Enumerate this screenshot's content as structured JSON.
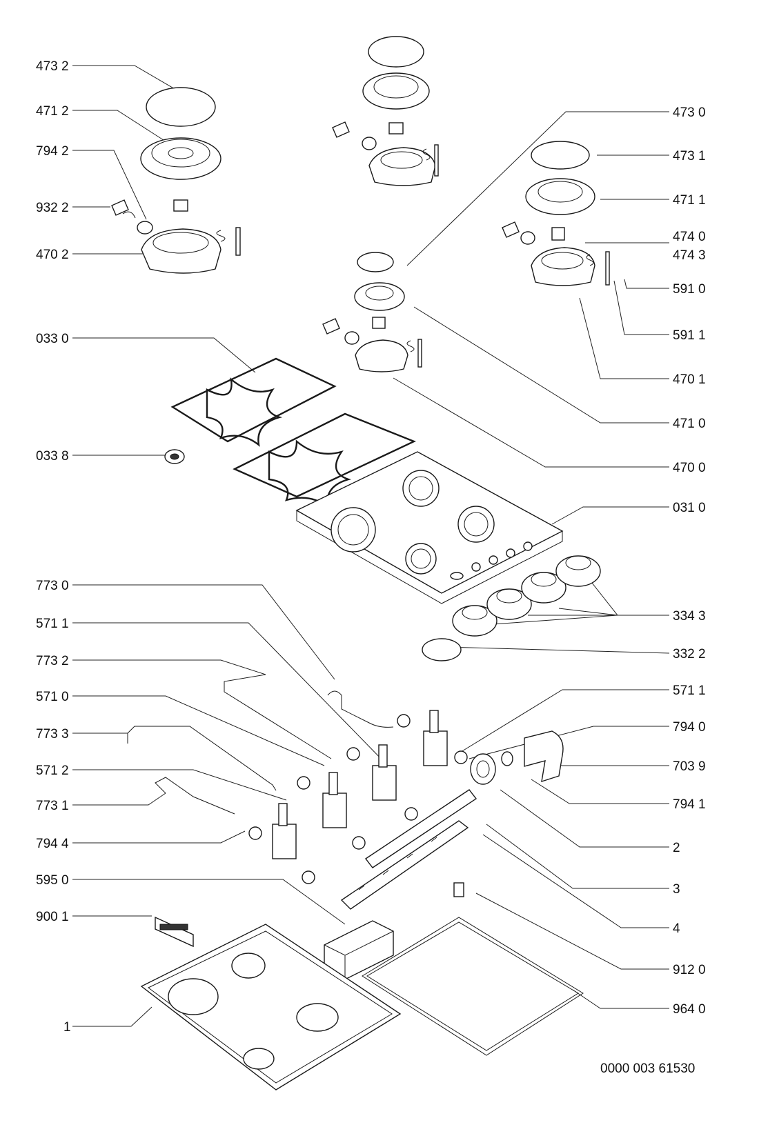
{
  "diagram_title": "",
  "document_number": "0000 003 61530",
  "labels": {
    "cap_4732": "473 2",
    "crown_4712": "471 2",
    "seal_7942": "794 2",
    "clip_9322": "932 2",
    "body_4702": "470 2",
    "grid_0330": "033 0",
    "foot_0338": "033 8",
    "pipe_7730": "773 0",
    "valve_5711_left": "571 1",
    "pipe_7732": "773 2",
    "valve_5710": "571 0",
    "pipe_7733": "773 3",
    "valve_5712": "571 2",
    "pipe_7731": "773 1",
    "seal_7944": "794 4",
    "ignition_5950": "595 0",
    "bracket_9001": "900 1",
    "base_1": "1",
    "cap_4730": "473 0",
    "cap_4731": "473 1",
    "crown_4711": "471 1",
    "injector_4740": "474 0",
    "injector_4743": "474 3",
    "thermo_5910": "591 0",
    "thermo_5911": "591 1",
    "body_4701": "470 1",
    "crown_4710": "471 0",
    "body_4700": "470 0",
    "top_0310": "031 0",
    "knob_3343": "334 3",
    "knob_3322": "332 2",
    "valve_5711_right": "571 1",
    "seal_7940": "794 0",
    "elbow_7039": "703 9",
    "seal_7941": "794 1",
    "nut_2": "2",
    "manifold_3": "3",
    "rail_4": "4",
    "screw_9120": "912 0",
    "gasket_9640": "964 0"
  }
}
